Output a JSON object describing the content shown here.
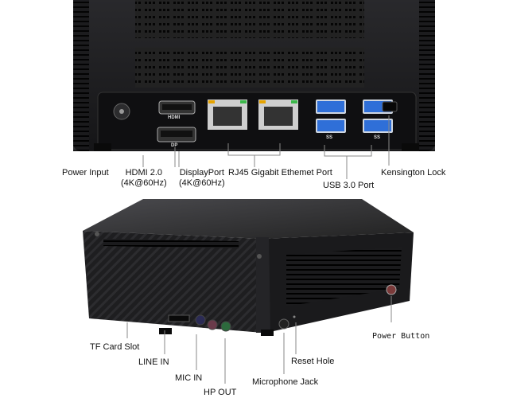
{
  "back_view": {
    "port_markings": {
      "hdmi": "HDMI",
      "dp": "DP",
      "usb_left": "SS",
      "usb_right": "SS"
    },
    "labels": {
      "power_input": "Power Input",
      "hdmi_line1": "HDMI 2.0",
      "hdmi_line2": "(4K@60Hz)",
      "dp_line1": "DisplayPort",
      "dp_line2": "(4K@60Hz)",
      "rj45": "RJ45 Gigabit Ethemet Port",
      "usb": "USB 3.0 Port",
      "kensington": "Kensington Lock"
    }
  },
  "front_view": {
    "labels": {
      "tf_card": "TF Card Slot",
      "line_in": "LINE IN",
      "mic_in": "MIC IN",
      "hp_out": "HP OUT",
      "microphone_jack": "Microphone Jack",
      "reset_hole": "Reset Hole",
      "power_button": "Power Button"
    }
  },
  "colors": {
    "body": "#1c1c1e",
    "panel": "#111113",
    "usb_blue": "#2f6fd8"
  }
}
